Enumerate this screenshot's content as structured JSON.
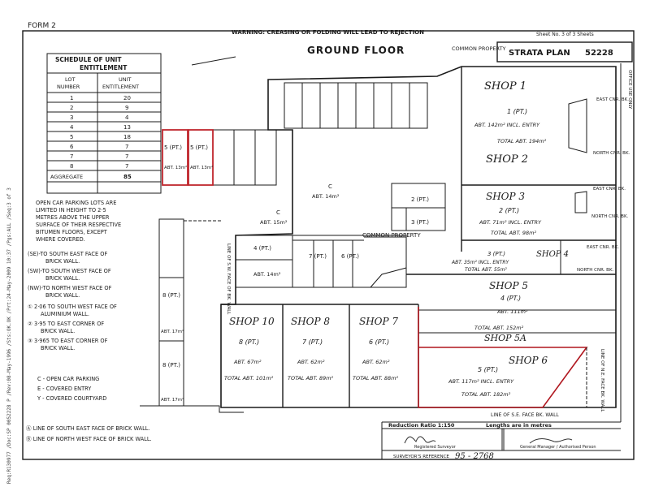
{
  "header": {
    "form": "FORM 2",
    "warning": "WARNING: CREASING OR FOLDING WILL LEAD TO REJECTION",
    "sheet": "Sheet No. 3 of 3 Sheets",
    "plan": "STRATA PLAN",
    "plan_no": "52228",
    "title": "GROUND FLOOR",
    "office": "OFFICE USE ONLY",
    "common_property": "COMMON PROPERTY"
  },
  "schedule": {
    "title1": "SCHEDULE OF UNIT",
    "title2": "ENTITLEMENT",
    "col1a": "LOT",
    "col1b": "NUMBER",
    "col2a": "UNIT",
    "col2b": "ENTITLEMENT",
    "rows": [
      [
        "1",
        "20"
      ],
      [
        "2",
        "9"
      ],
      [
        "3",
        "4"
      ],
      [
        "4",
        "13"
      ],
      [
        "5",
        "18"
      ],
      [
        "6",
        "7"
      ],
      [
        "7",
        "7"
      ],
      [
        "8",
        "7"
      ]
    ],
    "aggregate_label": "AGGREGATE",
    "aggregate_value": "85"
  },
  "notes": {
    "parking": [
      "OPEN CAR PARKING LOTS ARE",
      "LIMITED IN HEIGHT TO 2·5",
      "METRES ABOVE THE UPPER",
      "SURFACE OF THEIR RESPECTIVE",
      "BITUMEN FLOORS, EXCEPT",
      "WHERE COVERED."
    ],
    "se": [
      "(SE)-TO SOUTH EAST FACE OF",
      "BRICK WALL."
    ],
    "sw": [
      "(SW)-TO SOUTH WEST FACE OF",
      "BRICK WALL."
    ],
    "nw": [
      "(NW)-TO NORTH WEST FACE OF",
      "BRICK WALL."
    ],
    "n1": [
      "① 2·06 TO SOUTH WEST FACE OF",
      "ALUMINIUM WALL."
    ],
    "n2": [
      "② 3·95 TO EAST CORNER OF",
      "BRICK WALL."
    ],
    "n3": [
      "③ 3·965 TO EAST CORNER OF",
      "BRICK WALL."
    ],
    "legend": [
      "C - OPEN CAR PARKING",
      "E - COVERED ENTRY",
      "Y - COVERED COURTYARD"
    ],
    "line_a": "Ⓐ LINE OF SOUTH EAST FACE OF BRICK WALL.",
    "line_b": "Ⓑ LINE OF NORTH WEST FACE OF BRICK WALL."
  },
  "shops": {
    "s1_name": "SHOP 1",
    "s1_lot": "1 (PT.)",
    "s1_area": "ABT. 142m² INCL. ENTRY",
    "s1_total": "TOTAL ABT. 194m²",
    "s2_name": "SHOP 2",
    "s3_name": "SHOP 3",
    "s3_lot": "2 (PT.)",
    "s3_area": "ABT. 71m² INCL. ENTRY",
    "s3_total": "TOTAL ABT. 98m²",
    "s4_name": "SHOP 4",
    "s4_lot": "3 (PT.)",
    "s4_area": "ABT. 35m² INCL. ENTRY",
    "s4_total": "TOTAL ABT. 55m²",
    "s5_name": "SHOP 5",
    "s5_lot": "4 (PT.)",
    "s5_area": "ABT. 111m²",
    "s5_total": "TOTAL ABT. 152m²",
    "s5a": "SHOP 5A",
    "s6_name": "SHOP 6",
    "s6_lot": "5 (PT.)",
    "s6_area": "ABT. 117m² INCL. ENTRY",
    "s6_total": "TOTAL ABT. 182m²",
    "s7_name": "SHOP 7",
    "s7_lot": "6 (PT.)",
    "s7_area": "ABT. 62m²",
    "s7_total": "TOTAL ABT. 88m²",
    "s8_name": "SHOP 8",
    "s8_lot": "7 (PT.)",
    "s8_area": "ABT. 62m²",
    "s8_total": "TOTAL ABT. 89m²",
    "s10_name": "SHOP 10",
    "s10_lot": "8 (PT.)",
    "s10_area": "ABT. 67m²",
    "s10_total": "TOTAL ABT. 101m²"
  },
  "labels": {
    "east_cnr": "EAST CNR. BK.",
    "north_cnr": "NORTH CNR. BK.",
    "line_sw": "LINE OF S.W. FACE OF BK. WALL",
    "line_se": "LINE OF S.E. FACE BK. WALL",
    "line_ne": "LINE OF N.E. FACE BK. WALL",
    "c": "C",
    "abt15": "ABT. 15m²",
    "abt14": "ABT. 14m²",
    "abt17": "ABT. 17m²",
    "lot2pt": "2 (PT.)",
    "lot3pt": "3 (PT.)",
    "lot4pt": "4 (PT.)",
    "lot5pt": "5 (PT.)",
    "lot6pt": "6 (PT.)",
    "lot7pt": "7 (PT.)",
    "lot8pt": "8 (PT.)",
    "abt13": "ABT. 13m²"
  },
  "footer": {
    "reduction": "Reduction Ratio 1:150",
    "lengths": "Lengths are in metres",
    "surveyor": "Registered Surveyor",
    "authorised": "General Manager / Authorised Person",
    "ref_label": "SURVEYOR'S REFERENCE",
    "ref_value": "95 - 2768"
  },
  "side_text": "Req:R130977 /Doc:SP 0052228 P /Rev:08-May-1996 /Sts:OK.OK /Prt:24-May-2009 10:37 /Pgs:ALL /Seq:3 of 3"
}
